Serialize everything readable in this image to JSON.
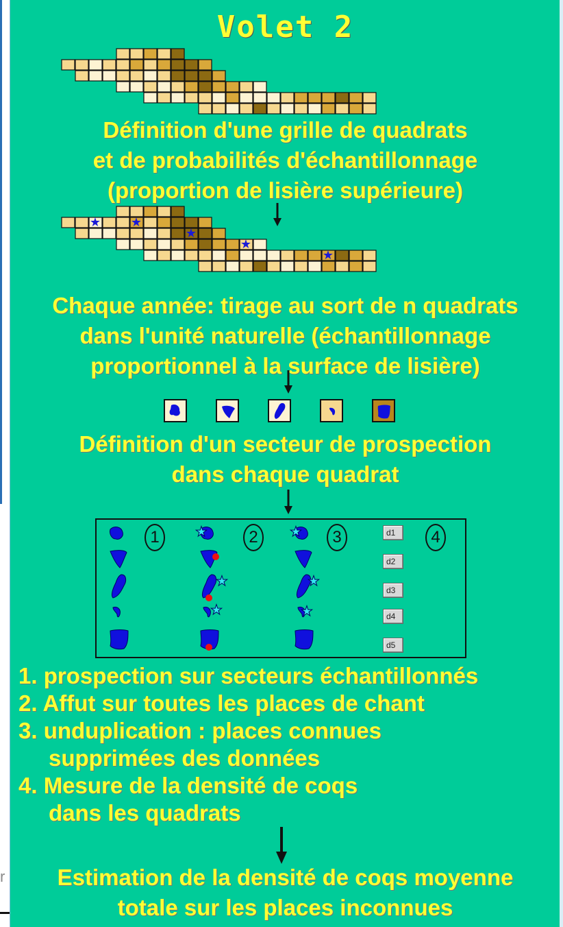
{
  "title": "Volet 2",
  "caption1": [
    "Définition d'une grille de quadrats",
    "et de probabilités d'échantillonnage",
    "(proportion de lisière supérieure)"
  ],
  "caption2": [
    "Chaque année: tirage au sort de n quadrats",
    "dans l'unité naturelle (échantillonnage",
    "proportionnel à la surface de lisière)"
  ],
  "caption3": [
    "Définition d'un secteur de prospection",
    "dans chaque quadrat"
  ],
  "steps": [
    "1. prospection sur secteurs échantillonnés",
    "2. Affut sur toutes les places de chant",
    "3. unduplication : places connues",
    "supprimées des données",
    "4. Mesure de la densité de coqs",
    "dans les quadrats"
  ],
  "result": [
    "Estimation de la densité de coqs moyenne",
    "totale sur les places inconnues"
  ],
  "column_numbers": [
    "1",
    "2",
    "3",
    "4"
  ],
  "density_labels": [
    "d1",
    "d2",
    "d3",
    "d4",
    "d5"
  ],
  "left_fragment": "r",
  "colors": {
    "background": "#00cc99",
    "text": "#ffff33",
    "shade_light": "#fdf3d3",
    "shade_mid": "#f6d88f",
    "shade_gold": "#d9a83a",
    "shade_dark": "#8c6a12",
    "shape_blue": "#1010dd",
    "star_blue": "#1a1ad8",
    "star_cyan": "#33e8f0",
    "dot_red": "#ee1111"
  }
}
